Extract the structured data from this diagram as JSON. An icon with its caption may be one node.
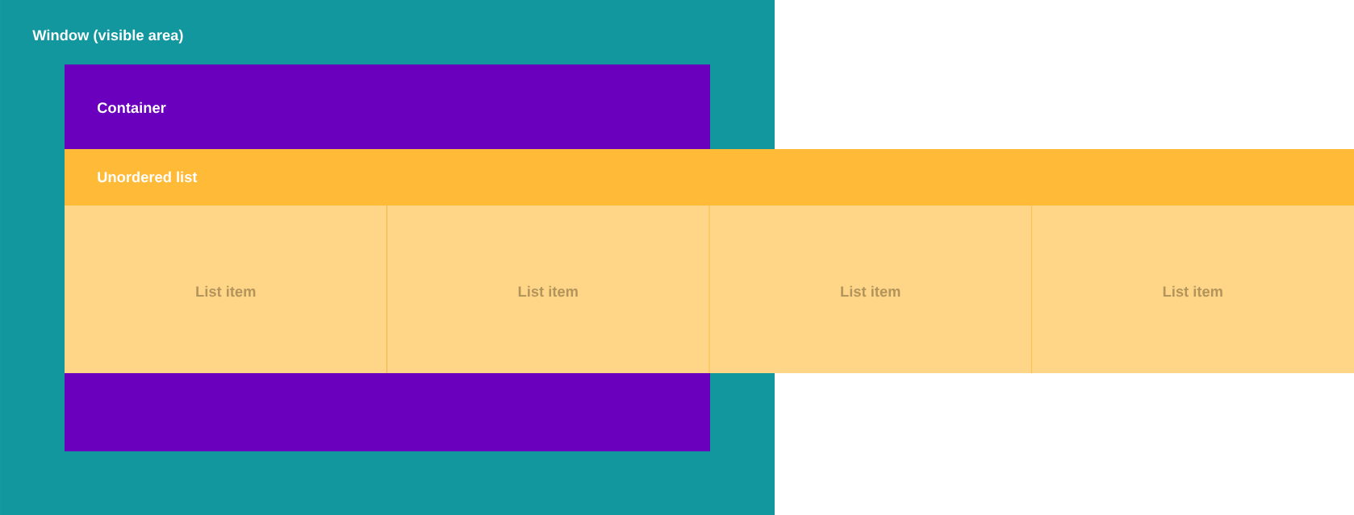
{
  "diagram": {
    "nodes": [
      {
        "text": [
          "Window (visible area)"
        ]
      },
      {
        "text": [
          "Container"
        ],
        "in": 0
      },
      {
        "text": [
          "Unordered list"
        ]
      },
      {
        "text": [
          "List item"
        ],
        "in": 1
      },
      {
        "text": [
          "List item"
        ],
        "in": 1
      },
      {
        "text": [
          "List item"
        ]
      },
      {
        "text": [
          "List item"
        ]
      }
    ]
  }
}
